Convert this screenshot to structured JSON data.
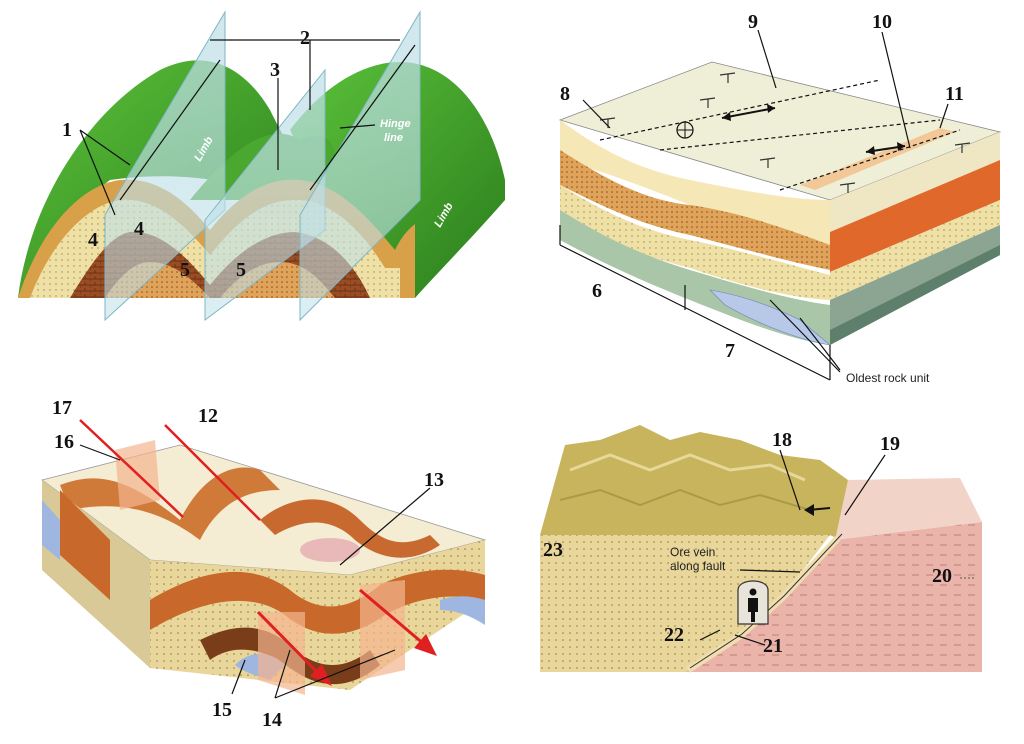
{
  "panels": {
    "folds": {
      "labels": [
        "1",
        "2",
        "3",
        "4",
        "4",
        "5",
        "5"
      ],
      "annotations": {
        "hinge_line": [
          "Hinge",
          "line"
        ],
        "limb_left": "Limb",
        "limb_right": "Limb"
      }
    },
    "strike_dip": {
      "labels": [
        "6",
        "7",
        "8",
        "9",
        "10",
        "11"
      ],
      "annotations": {
        "oldest": "Oldest rock unit"
      }
    },
    "plunging": {
      "labels": [
        "12",
        "13",
        "14",
        "15",
        "16",
        "17"
      ]
    },
    "fault": {
      "labels": [
        "18",
        "19",
        "20",
        "21",
        "22",
        "23"
      ],
      "annotations": {
        "ore_vein": [
          "Ore vein",
          "along fault"
        ]
      }
    }
  },
  "colors": {
    "limb_green": "#3c9a2a",
    "tan": "#e8cf86",
    "orange": "#e07a2a",
    "brown": "#8a4a1e",
    "blue_gray": "#9fb6d4",
    "salmon": "#e7b3a8"
  }
}
